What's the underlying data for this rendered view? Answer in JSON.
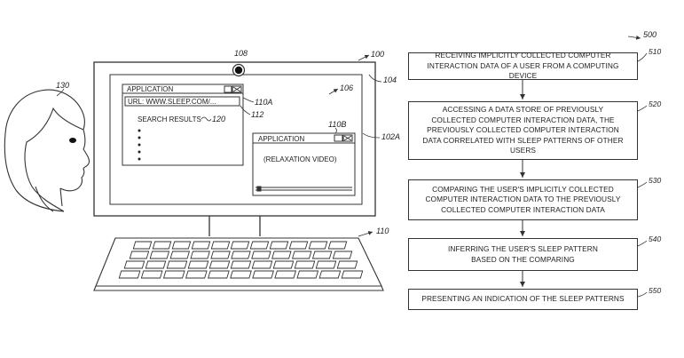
{
  "refs": {
    "figure": "500",
    "system": "100",
    "camera": "108",
    "user": "130",
    "monitor": "104",
    "screen": "106",
    "screen_edge": "102A",
    "window_a": "110A",
    "url_bar": "112",
    "search_results": "120",
    "window_b": "110B",
    "keyboard": "110"
  },
  "window_a": {
    "title": "APPLICATION",
    "url": "URL: WWW.SLEEP.COM/...",
    "results": "SEARCH RESULTS"
  },
  "window_b": {
    "title": "APPLICATION",
    "content": "(RELAXATION VIDEO)"
  },
  "flowchart": [
    {
      "ref": "510",
      "text": "RECEIVING IMPLICITLY COLLECTED COMPUTER INTERACTION DATA OF A USER FROM A COMPUTING DEVICE"
    },
    {
      "ref": "520",
      "text": "ACCESSING A DATA STORE OF PREVIOUSLY COLLECTED COMPUTER INTERACTION DATA, THE PREVIOUSLY COLLECTED COMPUTER INTERACTION DATA CORRELATED WITH SLEEP PATTERNS OF OTHER USERS"
    },
    {
      "ref": "530",
      "text": "COMPARING THE USER'S IMPLICITLY COLLECTED COMPUTER INTERACTION DATA TO THE PREVIOUSLY COLLECTED COMPUTER INTERACTION DATA"
    },
    {
      "ref": "540",
      "text": "INFERRING THE USER'S SLEEP PATTERN BASED ON THE COMPARING"
    },
    {
      "ref": "550",
      "text": "PRESENTING AN INDICATION OF THE SLEEP PATTERNS"
    }
  ]
}
